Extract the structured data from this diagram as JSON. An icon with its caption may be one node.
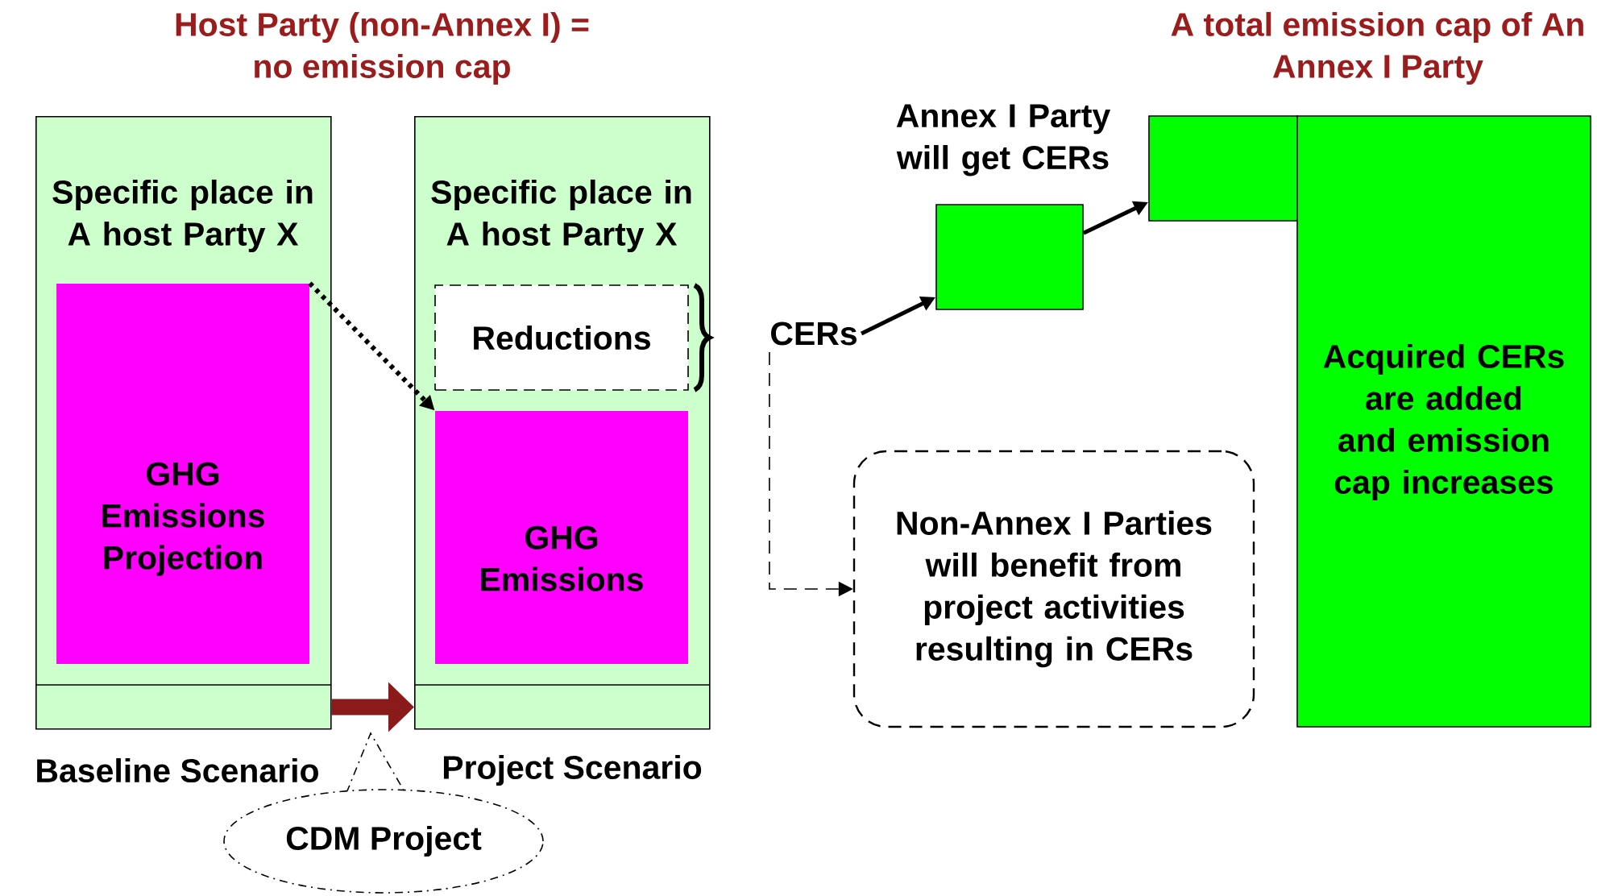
{
  "diagram": {
    "nodes": [
      {
        "text": [
          "Specific place in A host Party X"
        ]
      },
      {
        "text": [
          "GHG Emissions Projection"
        ],
        "in": 0
      },
      {
        "text": [
          "Specific place in A host Party X"
        ]
      },
      {
        "text": [
          "Reductions"
        ],
        "in": 2
      },
      {
        "text": [
          "GHG Emissions"
        ],
        "in": 2
      },
      {
        "text": [
          "CERs"
        ]
      },
      {
        "text": [
          "Annex I Party will get CERs"
        ]
      },
      {
        "text": [],
        "shape": "box"
      },
      {
        "text": [
          "Acquired CERs are added and emission cap increases"
        ]
      },
      {
        "text": [
          "Non-Annex I Parties will benefit from project activities resulting in CERs"
        ]
      },
      {
        "text": [
          "CDM Project"
        ]
      }
    ],
    "edges": [
      {
        "from": 1,
        "to": 4,
        "arrow": "to",
        "style": "dashed"
      },
      {
        "from": 0,
        "to": 2,
        "arrow": "to",
        "style": "thick",
        "color": "#8b1a1a"
      },
      {
        "from": 5,
        "to": 6,
        "arrow": "to"
      },
      {
        "from": 6,
        "to": 7,
        "arrow": "to"
      },
      {
        "from": 5,
        "to": 9,
        "arrow": "to",
        "style": "dashed"
      }
    ],
    "labels": [
      "Host Party (non-Annex I) = no emission cap",
      "A total emission cap of An Annex I Party",
      "Baseline Scenario",
      "Project Scenario"
    ]
  }
}
